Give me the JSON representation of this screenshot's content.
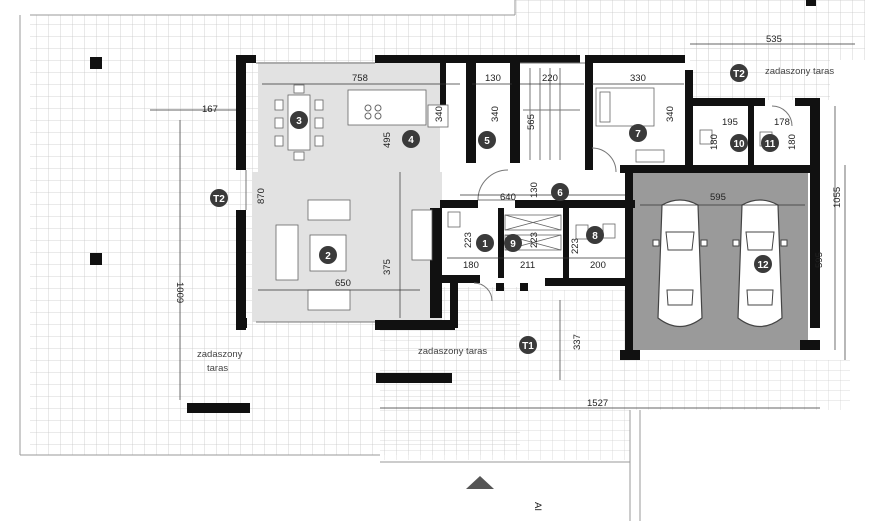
{
  "colors": {
    "background": "#ffffff",
    "grid": "#c8c8c8",
    "wall": "#111111",
    "room_fill": "#dedede",
    "garage_fill": "#9a9a9a",
    "badge": "#3a3a3a"
  },
  "rooms": [
    {
      "id": "1",
      "label": "1"
    },
    {
      "id": "2",
      "label": "2"
    },
    {
      "id": "3",
      "label": "3"
    },
    {
      "id": "4",
      "label": "4"
    },
    {
      "id": "5",
      "label": "5"
    },
    {
      "id": "6",
      "label": "6"
    },
    {
      "id": "7",
      "label": "7"
    },
    {
      "id": "8",
      "label": "8"
    },
    {
      "id": "9",
      "label": "9"
    },
    {
      "id": "10",
      "label": "10"
    },
    {
      "id": "11",
      "label": "11"
    },
    {
      "id": "12",
      "label": "12"
    }
  ],
  "terraces": [
    {
      "tag": "T2",
      "label": "T2"
    },
    {
      "tag": "T2",
      "label": "T2"
    },
    {
      "tag": "T1",
      "label": "T1"
    }
  ],
  "labels": {
    "covered_terrace_top": "zadaszony taras",
    "covered_terrace_mid": "zadaszony taras",
    "covered_terrace_left_1": "zadaszony",
    "covered_terrace_left_2": "taras",
    "north_marker": "AI"
  },
  "dimensions": {
    "d535": "535",
    "d167": "167",
    "d758": "758",
    "d130a": "130",
    "d220": "220",
    "d330": "330",
    "d340a": "340",
    "d340b": "340",
    "d340c": "340",
    "d495": "495",
    "d565": "565",
    "d195": "195",
    "d178": "178",
    "d180a": "180",
    "d180b": "180",
    "d870": "870",
    "d640": "640",
    "d130b": "130",
    "d595a": "595",
    "d1055": "1055",
    "d223a": "223",
    "d223b": "223",
    "d223c": "223",
    "d180c": "180",
    "d211": "211",
    "d200": "200",
    "d375": "375",
    "d650": "650",
    "d1009": "1009",
    "d595b": "595",
    "d337": "337",
    "d1527": "1527"
  }
}
